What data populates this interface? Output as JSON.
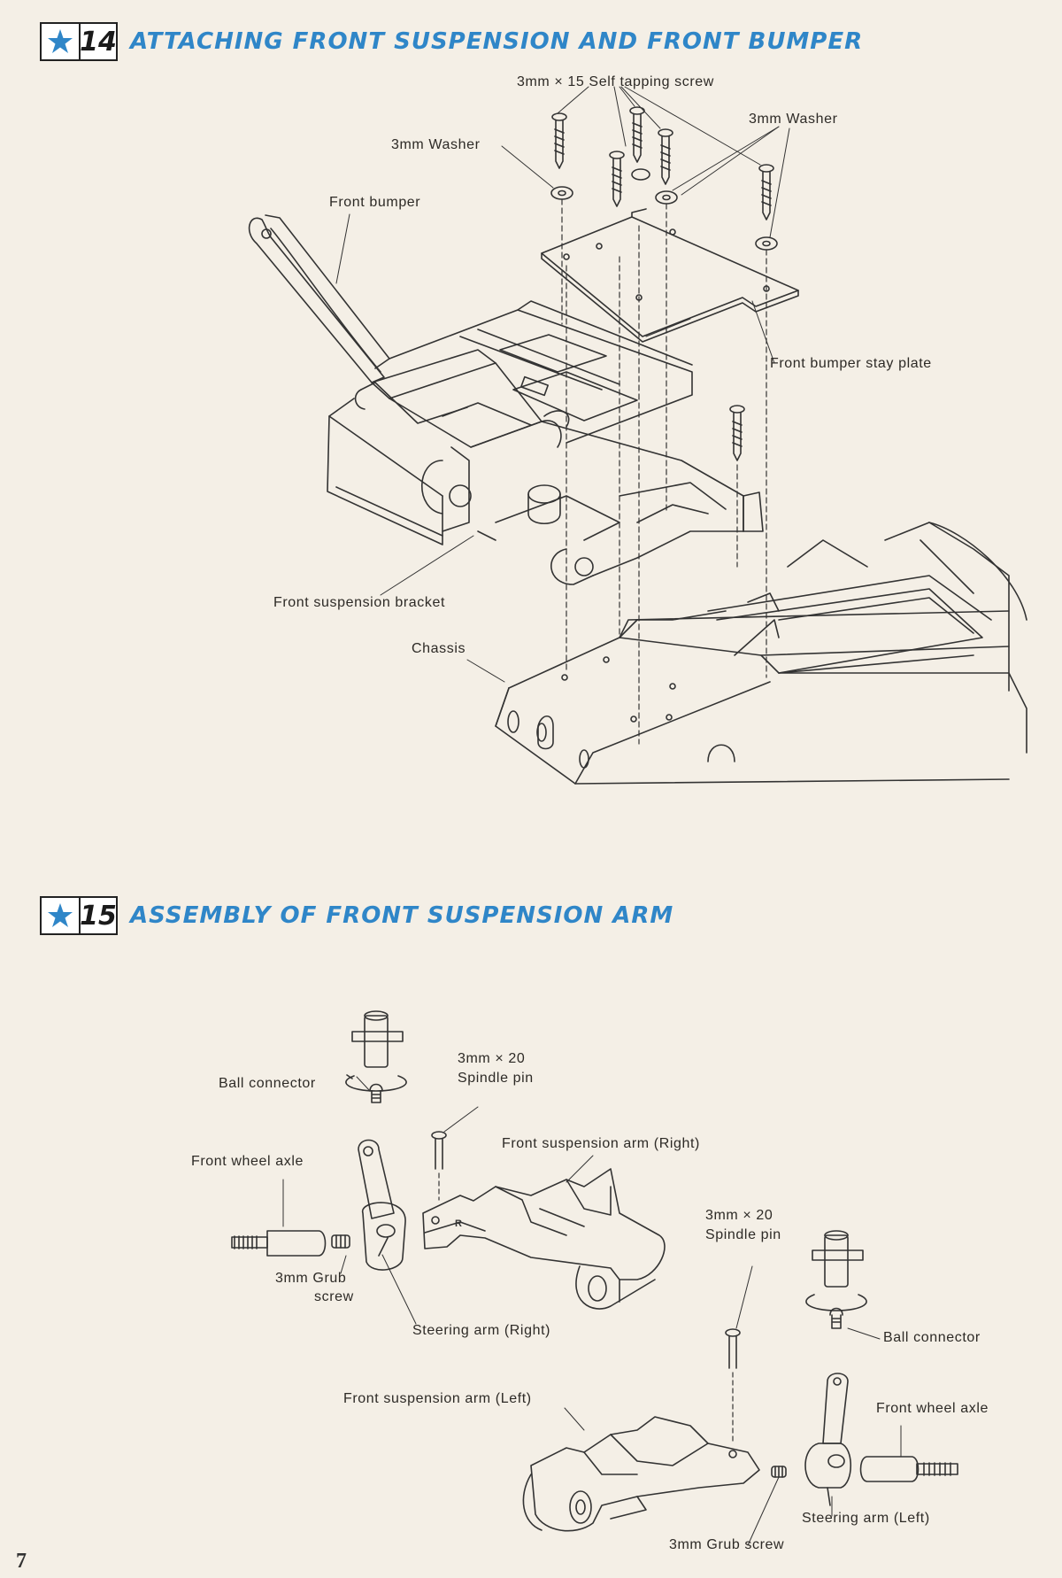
{
  "page_number": "7",
  "sections": [
    {
      "number": "14",
      "title": "ATTACHING FRONT SUSPENSION AND FRONT BUMPER",
      "labels": {
        "self_tapping_screw": "3mm × 15 Self tapping screw",
        "washer_right": "3mm Washer",
        "washer_left": "3mm Washer",
        "front_bumper": "Front bumper",
        "stay_plate": "Front bumper stay plate",
        "suspension_bracket": "Front suspension bracket",
        "chassis": "Chassis"
      }
    },
    {
      "number": "15",
      "title": "ASSEMBLY OF FRONT SUSPENSION ARM",
      "labels": {
        "ball_connector_right": "Ball connector",
        "spindle_pin_right_l1": "3mm × 20",
        "spindle_pin_right_l2": "Spindle pin",
        "arm_right": "Front suspension arm (Right)",
        "wheel_axle_right": "Front wheel axle",
        "grub_screw_right_l1": "3mm Grub",
        "grub_screw_right_l2": "screw",
        "steering_arm_right": "Steering arm (Right)",
        "spindle_pin_left_l1": "3mm × 20",
        "spindle_pin_left_l2": "Spindle pin",
        "ball_connector_left": "Ball connector",
        "arm_left": "Front suspension arm (Left)",
        "wheel_axle_left": "Front wheel axle",
        "steering_arm_left": "Steering arm (Left)",
        "grub_screw_left": "3mm Grub screw"
      }
    }
  ],
  "colors": {
    "title_blue": "#2f86c8",
    "paper": "#f4efe6",
    "ink": "#2a2622"
  }
}
